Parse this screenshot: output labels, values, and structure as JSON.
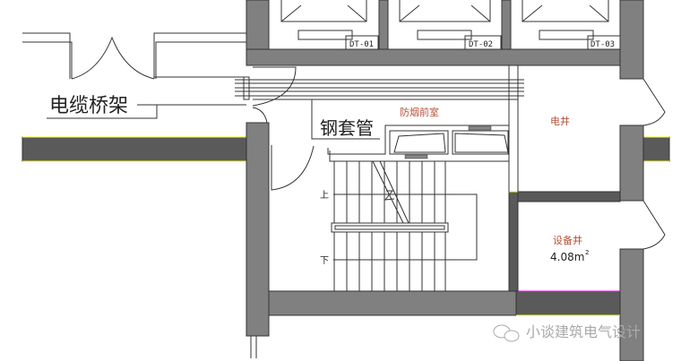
{
  "elevators": [
    "DT-01",
    "DT-02",
    "DT-03"
  ],
  "labels": {
    "cable_tray": "电缆桥架",
    "steel_sleeve": "钢套管",
    "smoke_lobby": "防烟前室",
    "electrical_shaft": "电井",
    "equipment_room": "设备井",
    "equipment_area": "4.08m",
    "area_superscript": "2",
    "stair_up": "上",
    "stair_down": "下"
  },
  "watermark": "小谈建筑电气设计",
  "colors": {
    "wall": "#808080",
    "wall_dark": "#5a5a5a",
    "edge_highlight": "#ffff00",
    "room_label": "#b5523a",
    "accent_line": "#ff00ff"
  }
}
